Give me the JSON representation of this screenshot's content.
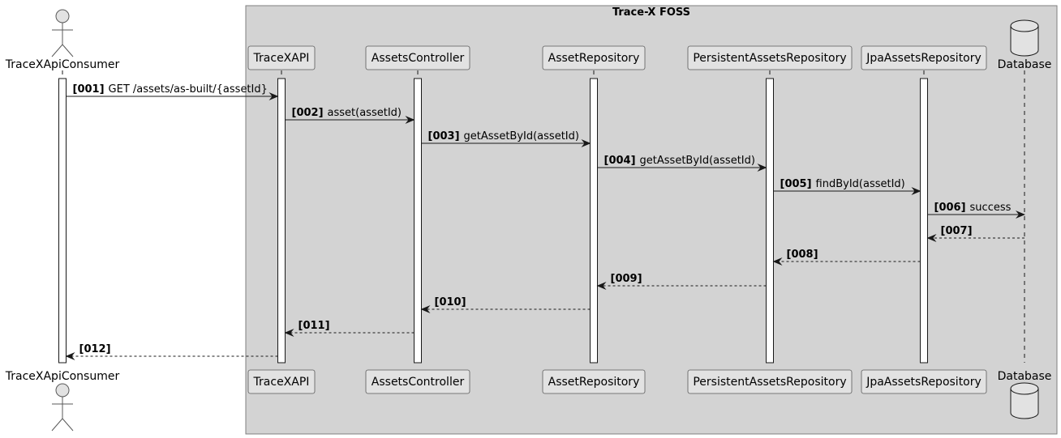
{
  "group": {
    "title": "Trace-X FOSS"
  },
  "participants": [
    {
      "id": "consumer",
      "label": "TraceXApiConsumer",
      "kind": "actor"
    },
    {
      "id": "api",
      "label": "TraceXAPI",
      "kind": "box"
    },
    {
      "id": "controller",
      "label": "AssetsController",
      "kind": "box"
    },
    {
      "id": "repo",
      "label": "AssetRepository",
      "kind": "box"
    },
    {
      "id": "persistent",
      "label": "PersistentAssetsRepository",
      "kind": "box"
    },
    {
      "id": "jpa",
      "label": "JpaAssetsRepository",
      "kind": "box"
    },
    {
      "id": "db",
      "label": "Database",
      "kind": "database"
    }
  ],
  "messages": [
    {
      "num": "[001]",
      "text": "GET /assets/as-built/{assetId}",
      "from": "consumer",
      "to": "api",
      "dashed": false
    },
    {
      "num": "[002]",
      "text": "asset(assetId)",
      "from": "api",
      "to": "controller",
      "dashed": false
    },
    {
      "num": "[003]",
      "text": "getAssetById(assetId)",
      "from": "controller",
      "to": "repo",
      "dashed": false
    },
    {
      "num": "[004]",
      "text": "getAssetById(assetId)",
      "from": "repo",
      "to": "persistent",
      "dashed": false
    },
    {
      "num": "[005]",
      "text": "findById(assetId)",
      "from": "persistent",
      "to": "jpa",
      "dashed": false
    },
    {
      "num": "[006]",
      "text": "success",
      "from": "jpa",
      "to": "db",
      "dashed": false
    },
    {
      "num": "[007]",
      "text": "",
      "from": "db",
      "to": "jpa",
      "dashed": true
    },
    {
      "num": "[008]",
      "text": "",
      "from": "jpa",
      "to": "persistent",
      "dashed": true
    },
    {
      "num": "[009]",
      "text": "",
      "from": "persistent",
      "to": "repo",
      "dashed": true
    },
    {
      "num": "[010]",
      "text": "",
      "from": "repo",
      "to": "controller",
      "dashed": true
    },
    {
      "num": "[011]",
      "text": "",
      "from": "controller",
      "to": "api",
      "dashed": true
    },
    {
      "num": "[012]",
      "text": "",
      "from": "api",
      "to": "consumer",
      "dashed": true
    }
  ],
  "colors": {
    "group_fill": "#D3D3D3",
    "group_border": "#7F7F7F",
    "box_fill": "#E2E2E2",
    "box_border": "#5A5A5A",
    "line": "#181818",
    "activation_fill": "#FFFFFF"
  }
}
